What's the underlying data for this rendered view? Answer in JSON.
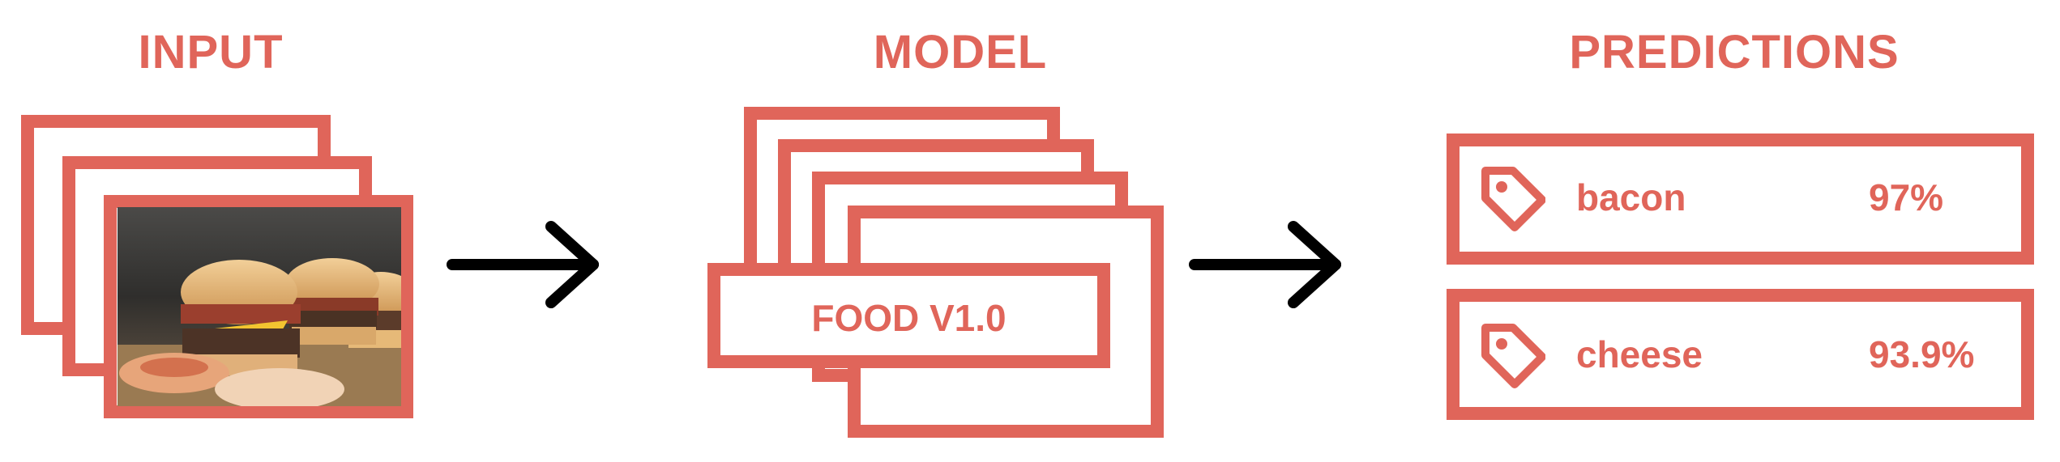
{
  "colors": {
    "accent": "#e0655a",
    "arrow": "#000000"
  },
  "sections": {
    "input": {
      "title": "INPUT"
    },
    "model": {
      "title": "MODEL",
      "label": "FOOD V1.0"
    },
    "predictions": {
      "title": "PREDICTIONS"
    }
  },
  "predictions": [
    {
      "label": "bacon",
      "score": "97%",
      "icon": "tag-icon"
    },
    {
      "label": "cheese",
      "score": "93.9%",
      "icon": "tag-icon"
    }
  ],
  "input_image": {
    "subject": "burgers photo"
  }
}
